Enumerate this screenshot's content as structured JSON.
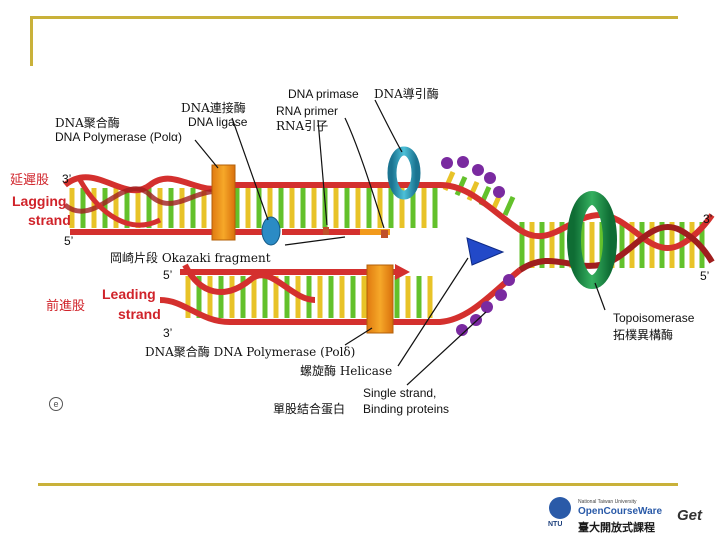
{
  "labels": {
    "dna_primase": "DNA primase",
    "dna_primase_zh": "DNA導引酶",
    "dna_ligase_zh": "DNA連接酶",
    "dna_ligase": "DNA ligase",
    "rna_primer": "RNA primer",
    "rna_primer_zh": "RNA引子",
    "pol_alpha_zh": "DNA聚合酶",
    "pol_alpha": "DNA Polymerase (Polα)",
    "lagging_zh": "延遲股",
    "lagging_en_1": "Lagging",
    "lagging_en_2": "strand",
    "okazaki": "岡崎片段 Okazaki fragment",
    "leading_zh": "前進股",
    "leading_en_1": "Leading",
    "leading_en_2": "strand",
    "pol_delta": "DNA聚合酶 DNA Polymerase (Polδ)",
    "helicase": "螺旋酶 Helicase",
    "ssb_en_1": "Single strand,",
    "ssb_en_2": "Binding proteins",
    "ssb_zh": "單股結合蛋白",
    "topo_en": "Topoisomerase",
    "topo_zh": "拓樸異構酶",
    "end_3_lag": "3’",
    "end_5_lag": "5’",
    "end_5_lead": "5’",
    "end_3_lead": "3’",
    "end_3_right": "3’",
    "end_5_right": "5’"
  },
  "footer": {
    "ocw_line1": "National Taiwan University",
    "ocw_line2": "OpenCourseWare",
    "ocw_line3": "臺大開放式課程",
    "ntu": "NTU",
    "get": "Get"
  },
  "colors": {
    "frame_gold": "#c9b13a",
    "backbone_red": "#d4302e",
    "base_yellow": "#e8c328",
    "base_green": "#63c12b",
    "polymerase_orange": "#f29a1c",
    "topo_green": "#1e8f45",
    "primase_teal": "#2a9ab8",
    "helicase_blue": "#2249c8",
    "ssb_purple": "#7a2aa0",
    "label_red": "#d0232a"
  }
}
